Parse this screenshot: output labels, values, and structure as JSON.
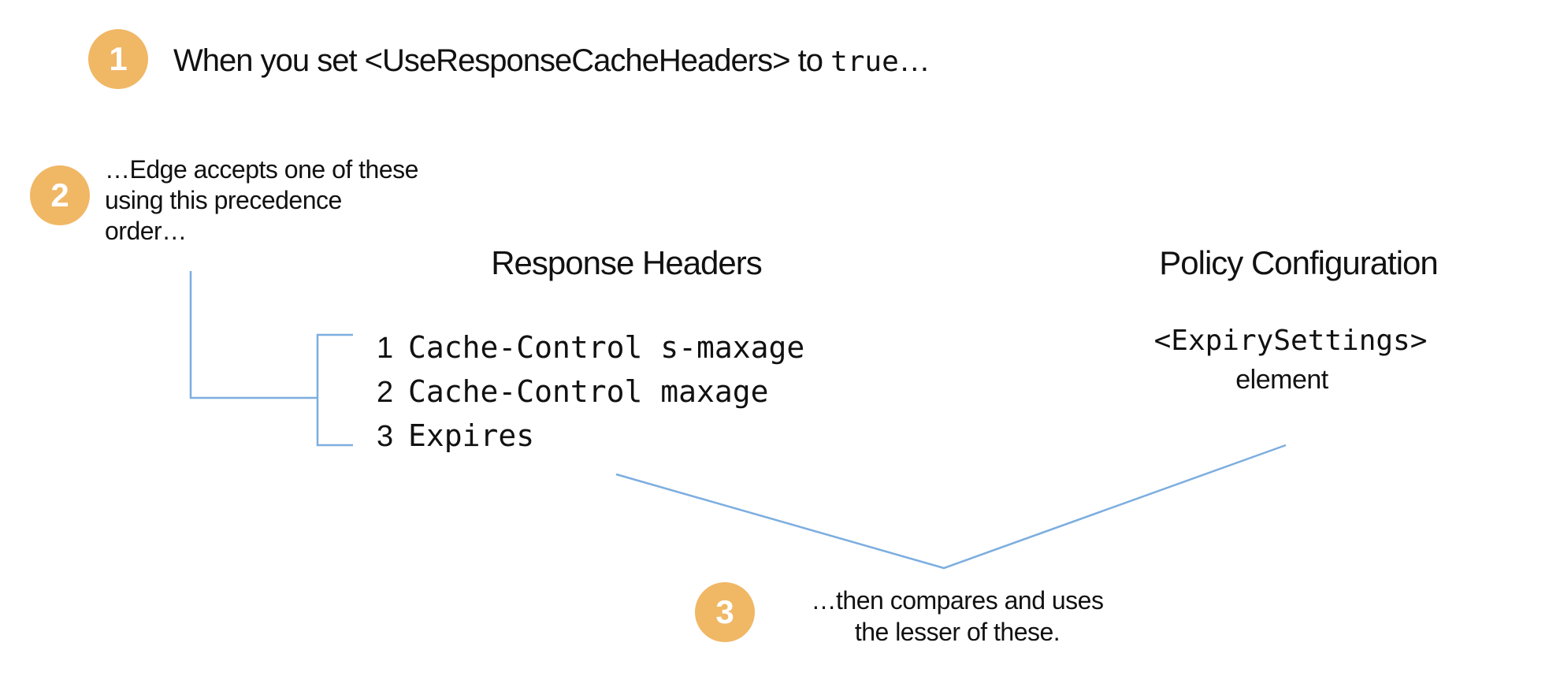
{
  "colors": {
    "badge_orange": "#F0B765",
    "connector_blue": "#7CAEDF",
    "text": "#111111"
  },
  "steps": [
    {
      "number": "1",
      "text_prefix": "When you set <UseResponseCacheHeaders> to ",
      "text_code": "true",
      "text_suffix": "…"
    },
    {
      "number": "2",
      "lines": [
        "…Edge accepts one of these",
        "using this precedence",
        "order…"
      ]
    },
    {
      "number": "3",
      "lines": [
        "…then compares and uses",
        "the lesser of these."
      ]
    }
  ],
  "response_headers": {
    "title": "Response Headers",
    "items": [
      {
        "rank": "1",
        "value": "Cache-Control s-maxage"
      },
      {
        "rank": "2",
        "value": "Cache-Control maxage"
      },
      {
        "rank": "3",
        "value": "Expires"
      }
    ]
  },
  "policy_configuration": {
    "title": "Policy Configuration",
    "code": "<ExpirySettings>",
    "caption": "element"
  }
}
